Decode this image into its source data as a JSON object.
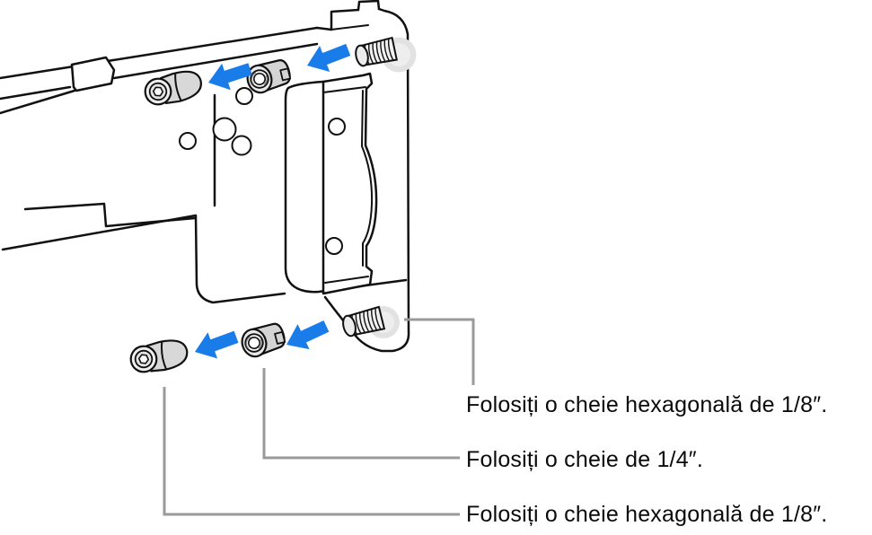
{
  "figure": {
    "callouts": [
      {
        "label": "Folosiți o cheie hexagonală de 1/8″."
      },
      {
        "label": "Folosiți o cheie de 1/4″."
      },
      {
        "label": "Folosiți o cheie hexagonală de 1/8″."
      }
    ],
    "colors": {
      "arrow_blue": "#1a7ce9",
      "callout_gray": "#9a9a9a",
      "outline": "#111111",
      "hardware_gray": "#d8d8d8",
      "background": "#ffffff"
    }
  }
}
